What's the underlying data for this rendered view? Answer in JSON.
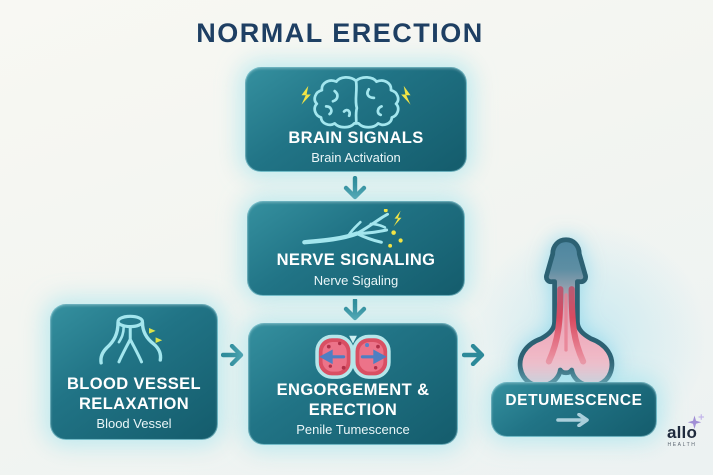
{
  "title": "NORMAL ERECTION",
  "boxes": {
    "brain": {
      "label": "BRAIN SIGNALS",
      "sublabel": "Brain Activation",
      "icon": "brain-icon"
    },
    "nerve": {
      "label": "NERVE SIGNALING",
      "sublabel": "Nerve Sigaling",
      "icon": "nerve-branch-icon"
    },
    "vessel": {
      "label": "BLOOD VESSEL RELAXATION",
      "sublabel": "Blood Vessel",
      "icon": "blood-vessel-icon"
    },
    "engorgement": {
      "label": "ENGORGEMENT & ERECTION",
      "sublabel": "Penile Tumescence",
      "icon": "penile-cross-section-icon"
    },
    "detumescence": {
      "label": "DETUMESCENCE",
      "icon": "right-arrow-icon"
    }
  },
  "flow": [
    "brain-signals → nerve-signaling",
    "nerve-signaling → engorgement-erection",
    "blood-vessel-relaxation → engorgement-erection",
    "engorgement-erection → detumescence"
  ],
  "illustration": {
    "name": "erect-penis-anatomy"
  },
  "logo": {
    "wordmark": "allo",
    "subtext": "HEALTH"
  },
  "colors": {
    "title": "#1e3f63",
    "box_teal_light": "#35909f",
    "box_teal_dark": "#145c6c",
    "icon_cyan": "#a3e6ee",
    "bolt_yellow": "#f2e445",
    "arrow_teal": "#2d8a99",
    "engorge_red": "#d94f63",
    "engorge_pink": "#ec7389",
    "engorge_arrow_blue": "#4e7fc2",
    "penis_outline": "#2c6173",
    "penis_vessel_red": "#d14f65",
    "logo_purple": "#a18fd6",
    "glow_cyan": "#9de2ec"
  }
}
